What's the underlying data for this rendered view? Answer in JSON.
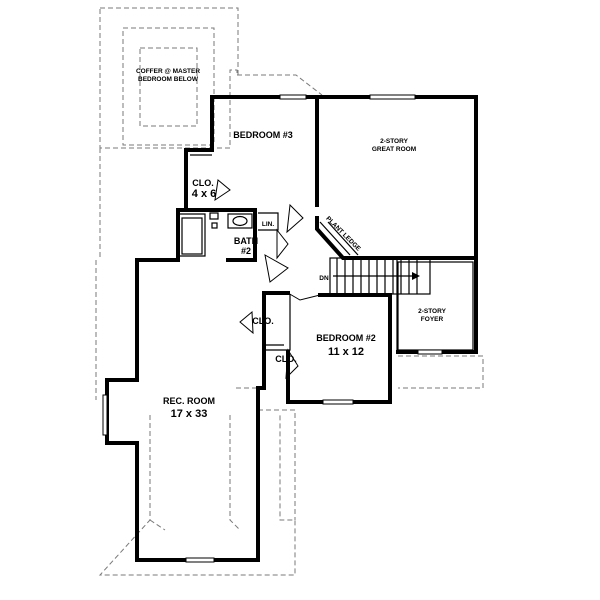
{
  "plan": {
    "coffer_label_1": "COFFER @ MASTER",
    "coffer_label_2": "BEDROOM BELOW",
    "bedroom3": "BEDROOM #3",
    "great_room_1": "2-STORY",
    "great_room_2": "GREAT ROOM",
    "closet_top": "CLO.",
    "closet_top_size": "4 x 6",
    "linen": "LIN.",
    "bath_1": "BATH",
    "bath_2": "#2",
    "plant_ledge": "PLANT LEDGE",
    "stair_dn": "DN",
    "foyer_1": "2-STORY",
    "foyer_2": "FOYER",
    "closet_mid": "CLO.",
    "closet_low": "CLO.",
    "bedroom2": "BEDROOM #2",
    "bedroom2_size": "11 x 12",
    "rec_room": "REC. ROOM",
    "rec_room_size": "17 x 33"
  }
}
